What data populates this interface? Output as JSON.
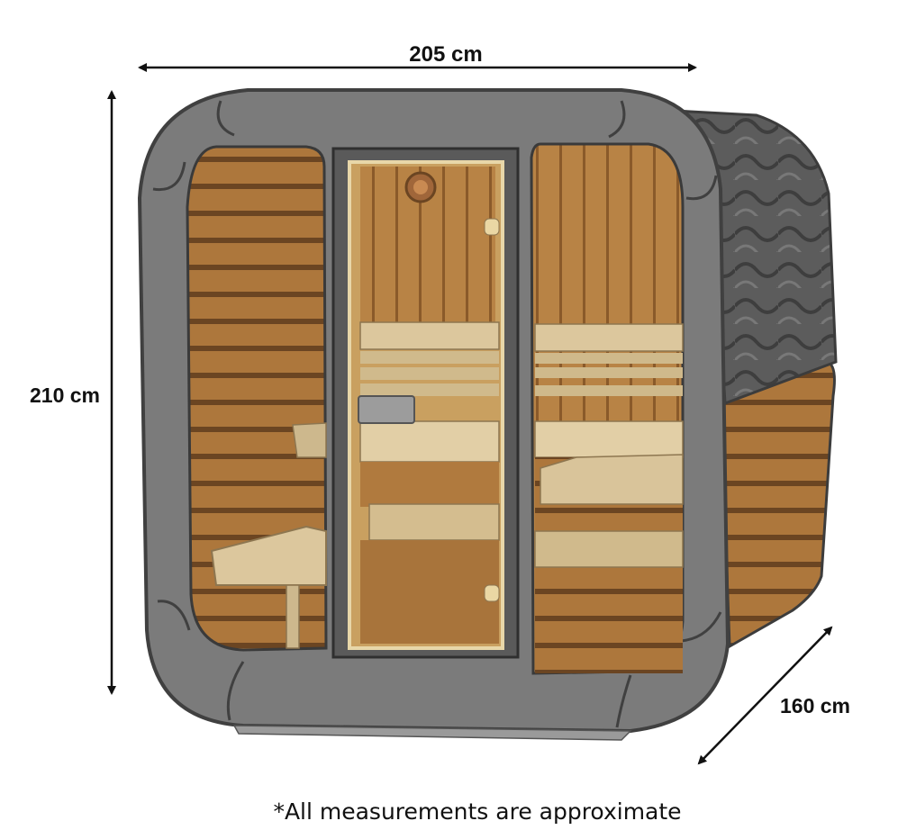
{
  "dimensions": {
    "width_label": "205 cm",
    "height_label": "210 cm",
    "depth_label": "160 cm"
  },
  "footnote": "*All measurements are approximate",
  "colors": {
    "frame": "#7b7b7b",
    "frame_dark": "#4a4a4a",
    "wood": "#b07a3e",
    "wood_dark": "#6e4a24",
    "bench": "#d9c49a",
    "roof": "#5e5e5e"
  }
}
